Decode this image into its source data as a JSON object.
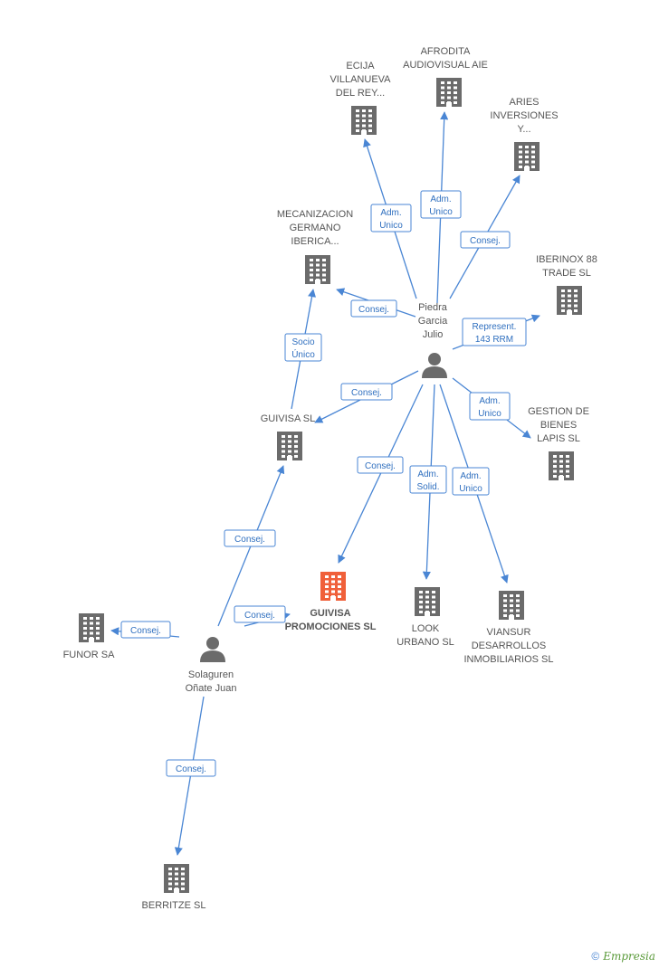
{
  "colors": {
    "accent": "#4a86d4",
    "focus": "#f0603a",
    "node": "#6b6b6b"
  },
  "nodes": [
    {
      "id": "ecija",
      "type": "company",
      "icon": "building-icon",
      "lines": [
        "ECIJA",
        "VILLANUEVA",
        "DEL REY..."
      ]
    },
    {
      "id": "afrodita",
      "type": "company",
      "icon": "building-icon",
      "lines": [
        "AFRODITA",
        "AUDIOVISUAL AIE"
      ]
    },
    {
      "id": "aries",
      "type": "company",
      "icon": "building-icon",
      "lines": [
        "ARIES",
        "INVERSIONES",
        "Y..."
      ]
    },
    {
      "id": "mecanizacion",
      "type": "company",
      "icon": "building-icon",
      "lines": [
        "MECANIZACION",
        "GERMANO",
        "IBERICA..."
      ]
    },
    {
      "id": "iberinox",
      "type": "company",
      "icon": "building-icon",
      "lines": [
        "IBERINOX 88",
        "TRADE SL"
      ]
    },
    {
      "id": "piedra",
      "type": "person",
      "icon": "person-icon",
      "lines": [
        "Piedra",
        "Garcia",
        "Julio"
      ]
    },
    {
      "id": "guivisa",
      "type": "company",
      "icon": "building-icon",
      "lines": [
        "GUIVISA SL"
      ]
    },
    {
      "id": "gestion",
      "type": "company",
      "icon": "building-icon",
      "lines": [
        "GESTION DE",
        "BIENES",
        "LAPIS SL"
      ]
    },
    {
      "id": "guivisa_prom",
      "type": "company",
      "focus": true,
      "icon": "building-icon",
      "lines": [
        "GUIVISA",
        "PROMOCIONES SL"
      ]
    },
    {
      "id": "look",
      "type": "company",
      "icon": "building-icon",
      "lines": [
        "LOOK",
        "URBANO SL"
      ]
    },
    {
      "id": "viansur",
      "type": "company",
      "icon": "building-icon",
      "lines": [
        "VIANSUR",
        "DESARROLLOS",
        "INMOBILIARIOS SL"
      ]
    },
    {
      "id": "funor",
      "type": "company",
      "icon": "building-icon",
      "lines": [
        "FUNOR SA"
      ]
    },
    {
      "id": "solaguren",
      "type": "person",
      "icon": "person-icon",
      "lines": [
        "Solaguren",
        "Oñate Juan"
      ]
    },
    {
      "id": "berritze",
      "type": "company",
      "icon": "building-icon",
      "lines": [
        "BERRITZE SL"
      ]
    }
  ],
  "edges": [
    {
      "from": "piedra",
      "to": "ecija",
      "label": [
        "Adm.",
        "Unico"
      ]
    },
    {
      "from": "piedra",
      "to": "afrodita",
      "label": [
        "Adm.",
        "Unico"
      ]
    },
    {
      "from": "piedra",
      "to": "aries",
      "label": [
        "Consej."
      ]
    },
    {
      "from": "piedra",
      "to": "mecanizacion",
      "label": [
        "Consej."
      ]
    },
    {
      "from": "piedra",
      "to": "iberinox",
      "label": [
        "Represent.",
        "143 RRM"
      ]
    },
    {
      "from": "piedra",
      "to": "guivisa",
      "label": [
        "Consej."
      ]
    },
    {
      "from": "piedra",
      "to": "gestion",
      "label": [
        "Adm.",
        "Unico"
      ]
    },
    {
      "from": "piedra",
      "to": "guivisa_prom",
      "label": [
        "Consej."
      ]
    },
    {
      "from": "piedra",
      "to": "look",
      "label": [
        "Adm.",
        "Solid."
      ]
    },
    {
      "from": "piedra",
      "to": "viansur",
      "label": [
        "Adm.",
        "Unico"
      ]
    },
    {
      "from": "guivisa",
      "to": "mecanizacion",
      "label": [
        "Socio",
        "Único"
      ]
    },
    {
      "from": "solaguren",
      "to": "guivisa",
      "label": [
        "Consej."
      ]
    },
    {
      "from": "solaguren",
      "to": "guivisa_prom",
      "label": [
        "Consej."
      ]
    },
    {
      "from": "solaguren",
      "to": "funor",
      "label": [
        "Consej."
      ]
    },
    {
      "from": "solaguren",
      "to": "berritze",
      "label": [
        "Consej."
      ]
    }
  ],
  "footer": {
    "copyright": "©",
    "brand": "Empresia"
  }
}
